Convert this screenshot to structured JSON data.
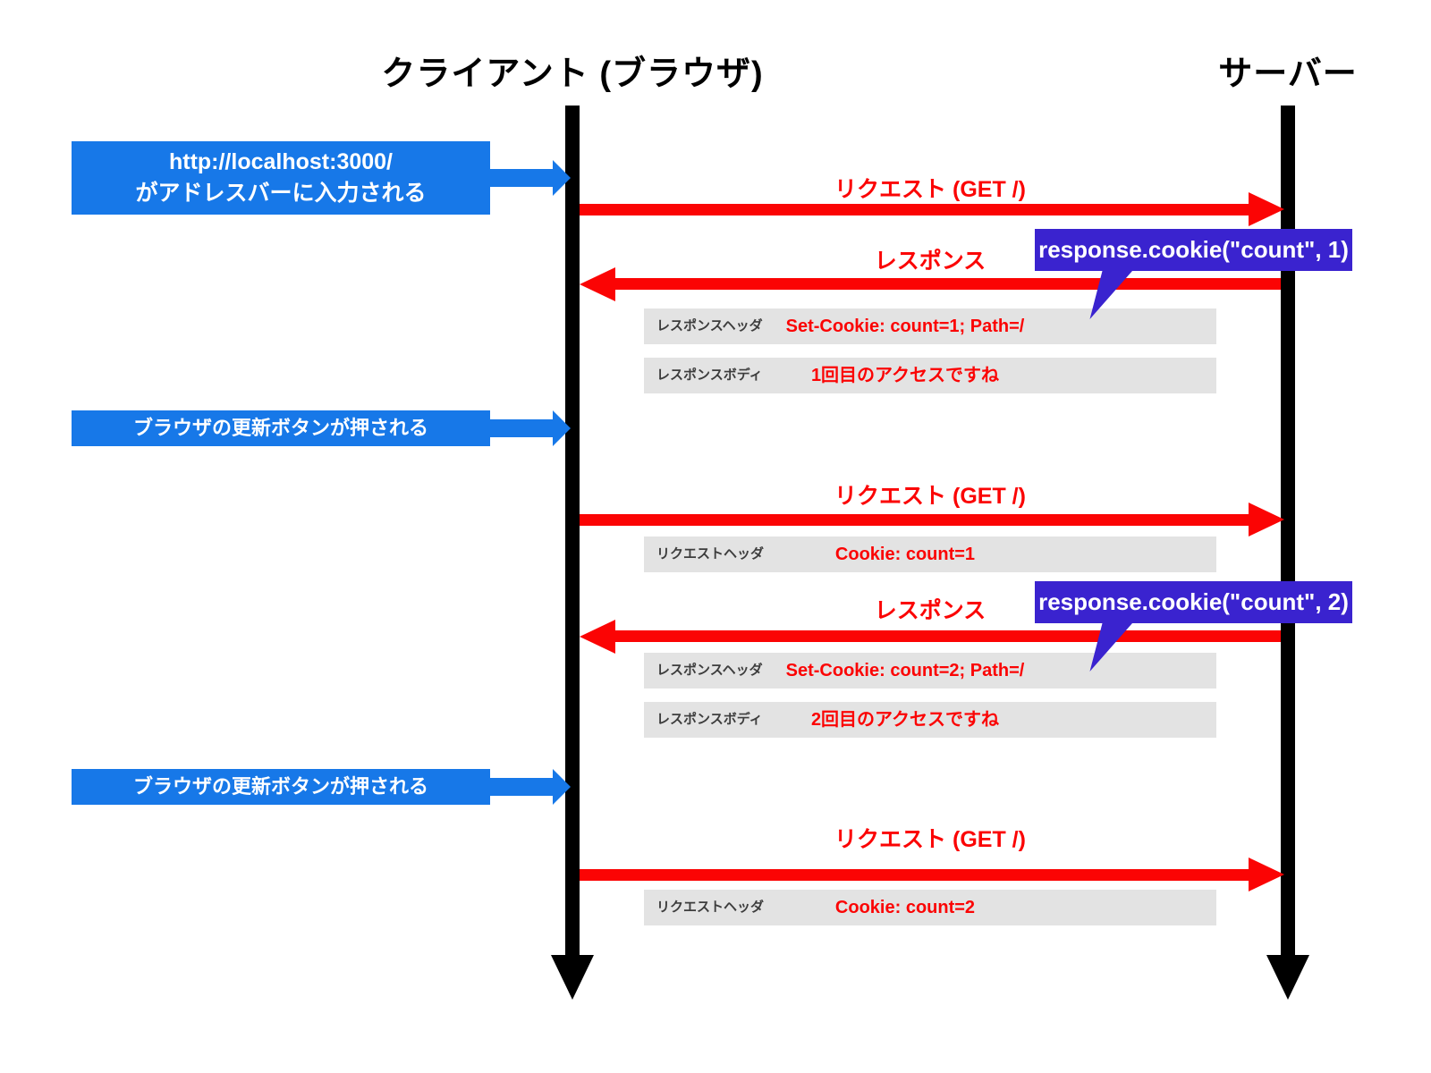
{
  "actors": {
    "client": "クライアント (ブラウザ)",
    "server": "サーバー"
  },
  "colors": {
    "action_blue": "#1778e8",
    "message_red": "#fb0404",
    "callout_purple": "#3a23cf",
    "detail_row_gray": "#e3e3e3",
    "detail_label_gray": "#3d3d3d",
    "lifeline_black": "#000000"
  },
  "client_actions": [
    {
      "line1": "http://localhost:3000/",
      "line2": "がアドレスバーに入力される"
    },
    {
      "line1": "ブラウザの更新ボタンが押される"
    },
    {
      "line1": "ブラウザの更新ボタンが押される"
    }
  ],
  "messages": [
    {
      "type": "request",
      "label": "リクエスト (GET /)"
    },
    {
      "type": "response",
      "label": "レスポンス"
    },
    {
      "type": "request",
      "label": "リクエスト (GET /)"
    },
    {
      "type": "response",
      "label": "レスポンス"
    },
    {
      "type": "request",
      "label": "リクエスト (GET /)"
    }
  ],
  "server_callouts": [
    {
      "code": "response.cookie(\"count\", 1)"
    },
    {
      "code": "response.cookie(\"count\", 2)"
    }
  ],
  "detail_rows": [
    {
      "label": "レスポンスヘッダ",
      "value": "Set-Cookie: count=1; Path=/"
    },
    {
      "label": "レスポンスボディ",
      "value": "1回目のアクセスですね"
    },
    {
      "label": "リクエストヘッダ",
      "value": "Cookie: count=1"
    },
    {
      "label": "レスポンスヘッダ",
      "value": "Set-Cookie: count=2; Path=/"
    },
    {
      "label": "レスポンスボディ",
      "value": "2回目のアクセスですね"
    },
    {
      "label": "リクエストヘッダ",
      "value": "Cookie: count=2"
    }
  ]
}
